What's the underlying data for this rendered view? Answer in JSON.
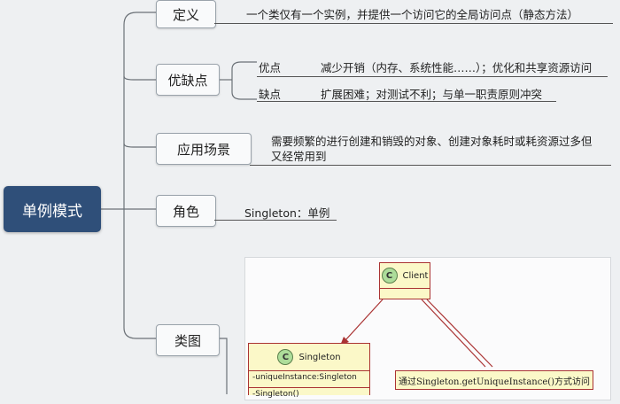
{
  "root": {
    "label": "单例模式"
  },
  "branches": {
    "definition": {
      "label": "定义",
      "text": "一个类仅有一个实例，并提供一个访问它的全局访问点（静态方法）"
    },
    "pros_cons": {
      "label": "优缺点",
      "pros_label": "优点",
      "pros_text": "减少开销（内存、系统性能……）；优化和共享资源访问",
      "cons_label": "缺点",
      "cons_text": "扩展困难；对测试不利；与单一职责原则冲突"
    },
    "scenario": {
      "label": "应用场景",
      "text": "需要频繁的进行创建和销毁的对象、创建对象耗时或耗资源过多但又经常用到"
    },
    "role": {
      "label": "角色",
      "text": "Singleton：单例"
    },
    "class_diagram": {
      "label": "类图",
      "client": {
        "name": "Client",
        "icon_letter": "C"
      },
      "singleton": {
        "name": "Singleton",
        "icon_letter": "C",
        "field": "-uniqueInstance:Singleton",
        "method": "-Singleton()"
      },
      "note": "通过Singleton.getUniqueInstance()方式访问"
    }
  },
  "colors": {
    "root_bg": "#2f4f79",
    "uml_fill": "#fbf8c8",
    "uml_border": "#aa3333",
    "class_icon": "#addd9a"
  }
}
